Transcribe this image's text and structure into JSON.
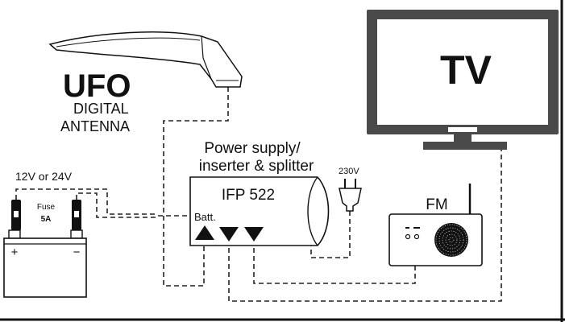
{
  "antenna": {
    "title_bold": "UFO",
    "line1": "DIGITAL",
    "line2": "ANTENNA"
  },
  "tv": {
    "label": "TV"
  },
  "power_supply": {
    "caption_line1": "Power supply/",
    "caption_line2": "inserter & splitter",
    "model": "IFP 522",
    "batt_label": "Batt."
  },
  "mains_plug": {
    "label": "230V"
  },
  "battery": {
    "voltage_label": "12V or 24V",
    "fuse_label": "Fuse",
    "fuse_rating": "5A",
    "plus_sign": "+",
    "minus_sign": "−"
  },
  "radio": {
    "label": "FM"
  },
  "colors": {
    "line": "#111111",
    "tv_frame": "#4a4a4a",
    "dashed_wire": "#222222",
    "background": "#ffffff"
  }
}
